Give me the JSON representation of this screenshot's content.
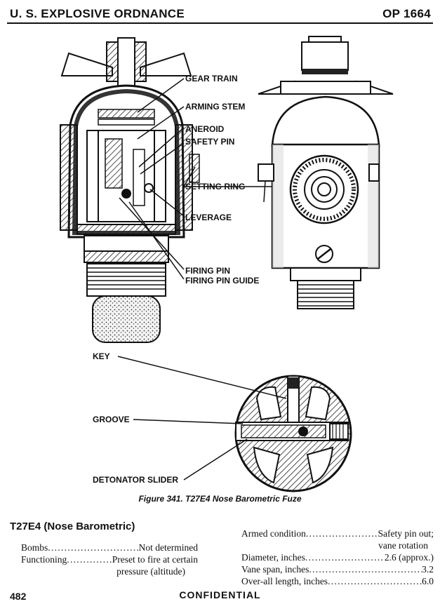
{
  "header": {
    "left": "U. S. EXPLOSIVE ORDNANCE",
    "right": "OP 1664"
  },
  "figure": {
    "labels": {
      "gear_train": "GEAR TRAIN",
      "arming_stem": "ARMING STEM",
      "aneroid": "ANEROID",
      "safety_pin": "SAFETY PIN",
      "setting_ring": "SETTING RING",
      "leverage": "LEVERAGE",
      "firing_pin": "FIRING PIN",
      "firing_pin_guide": "FIRING PIN GUIDE",
      "key": "KEY",
      "groove": "GROOVE",
      "detonator_slider": "DETONATOR SLIDER"
    },
    "caption": "Figure 341.  T27E4 Nose Barometric Fuze"
  },
  "section_title": "T27E4 (Nose Barometric)",
  "specs_left": {
    "bombs_label": "Bombs",
    "bombs_value": "Not determined",
    "functioning_label": "Functioning",
    "functioning_value": "Preset to fire at certain",
    "functioning_cont": "pressure (altitude)"
  },
  "specs_right": {
    "armed_label": "Armed condition",
    "armed_value": "Safety pin out;",
    "armed_cont": "vane rotation",
    "diameter_label": "Diameter, inches",
    "diameter_value": "2.6 (approx.)",
    "vane_label": "Vane span, inches",
    "vane_value": "3.2",
    "length_label": "Over-all length, inches",
    "length_value": "6.0"
  },
  "footer": {
    "page": "482",
    "classification": "CONFIDENTIAL"
  }
}
